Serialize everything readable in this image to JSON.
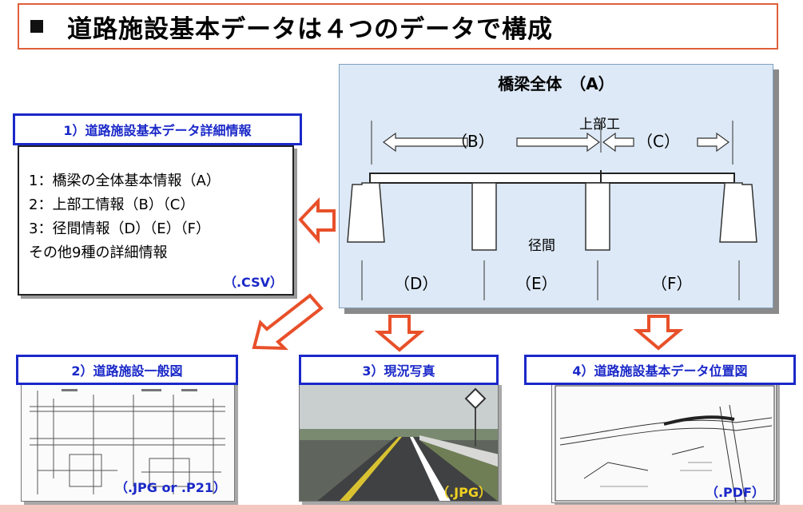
{
  "title": "道路施設基本データは４つのデータで構成",
  "bridge": {
    "title": "橋梁全体　（A）",
    "label_b": "（B）",
    "label_c": "（C）",
    "label_super": "上部工",
    "label_span": "径間",
    "label_d": "（D）",
    "label_e": "（E）",
    "label_f": "（F）"
  },
  "section1": {
    "title": "1）道路施設基本データ詳細情報",
    "lines": [
      "1：橋梁の全体基本情報（A）",
      "2：上部工情報（B）（C）",
      "3：径間情報（D）（E）（F）",
      "その他9種の詳細情報"
    ],
    "ext": "（.CSV）"
  },
  "section2": {
    "title": "2）道路施設一般図",
    "ext": "（.JPG or .P21）"
  },
  "section3": {
    "title": "3）現況写真",
    "ext": "（.JPG）"
  },
  "section4": {
    "title": "4）道路施設基本データ位置図",
    "ext": "（.PDF）"
  },
  "colors": {
    "accent_blue": "#1a28c8",
    "arrow_red": "#e8502a",
    "title_border": "#e0603a",
    "panel_bg": "#dde9f6"
  },
  "icons": [
    "bullet-square-icon",
    "hollow-arrow-icon"
  ]
}
